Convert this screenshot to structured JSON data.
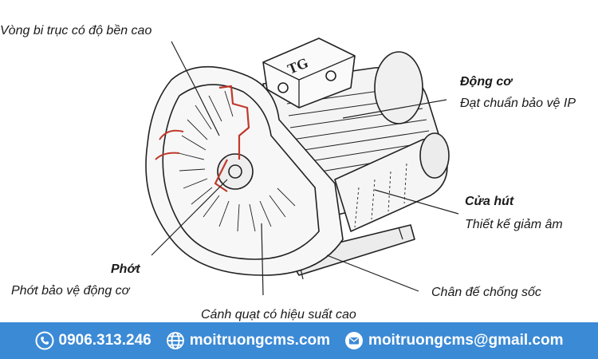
{
  "labels": {
    "bearing": "Vòng bi trục có độ bền cao",
    "motor_title": "Động cơ",
    "motor_desc": "Đạt chuẩn bảo vệ IP",
    "inlet_title": "Cửa hút",
    "inlet_desc": "Thiết kế giảm âm",
    "seal_title": "Phớt",
    "seal_desc": "Phớt bảo vệ động cơ",
    "impeller": "Cánh quạt có hiệu suất cao",
    "base": "Chân đế chống sốc"
  },
  "brand_logo": "TG",
  "footer": {
    "phone": "0906.313.246",
    "website": "moitruongcms.com",
    "email": "moitruongcms@gmail.com"
  },
  "icons": {
    "phone": "phone-icon",
    "web": "globe-icon",
    "email": "mail-icon"
  },
  "colors": {
    "footer_bg": "#3b8ad6",
    "seal_accent": "#c0392b",
    "line": "#222222"
  }
}
